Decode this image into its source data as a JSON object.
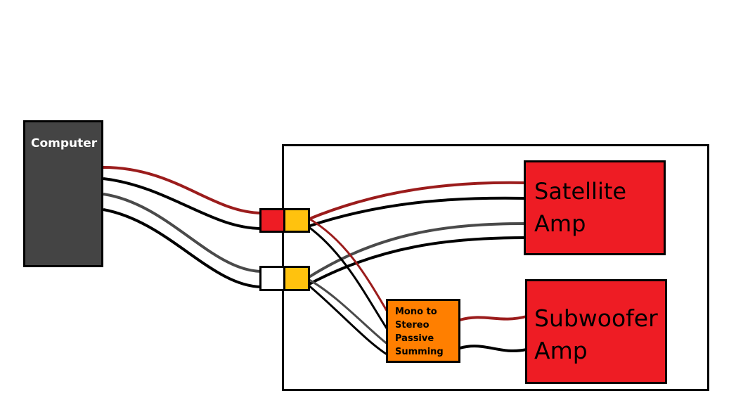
{
  "diagram": {
    "computer": {
      "label": "Computer"
    },
    "satellite_amp": {
      "line1": "Satellite",
      "line2": "Amp"
    },
    "subwoofer_amp": {
      "line1": "Subwoofer",
      "line2": "Amp"
    },
    "summer": {
      "lines": [
        "Mono to",
        "Stereo",
        "Passive",
        "Summing"
      ]
    }
  },
  "colors": {
    "red_wire": "#9b1c1c",
    "black_wire": "#000000",
    "gray_wire": "#4a4a4a",
    "amp_fill": "#ee1c24",
    "summer_fill": "#ff7f00",
    "jack_yellow": "#ffc20e",
    "computer_fill": "#444444"
  }
}
